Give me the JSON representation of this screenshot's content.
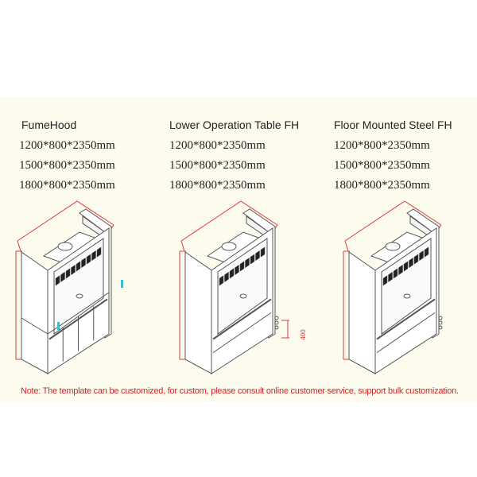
{
  "products": [
    {
      "title": "FumeHood",
      "sizes": [
        "1200*800*2350mm",
        "1500*800*2350mm",
        "1800*800*2350mm"
      ],
      "type": "with-base-cabinet"
    },
    {
      "title": "Lower Operation Table FH",
      "sizes": [
        "1200*800*2350mm",
        "1500*800*2350mm",
        "1800*800*2350mm"
      ],
      "type": "lower-table",
      "extra_dimension": "400"
    },
    {
      "title": "Floor Mounted Steel FH",
      "sizes": [
        "1200*800*2350mm",
        "1500*800*2350mm",
        "1800*800*2350mm"
      ],
      "type": "floor-mounted"
    }
  ],
  "note": "Note: The template can be customized, for custom, please consult online customer service, support bulk customization.",
  "colors": {
    "background": "#fdfbee",
    "dimension": "#e0383c",
    "line": "#555555",
    "note": "#d0262a",
    "accent": "#37c0d0"
  }
}
